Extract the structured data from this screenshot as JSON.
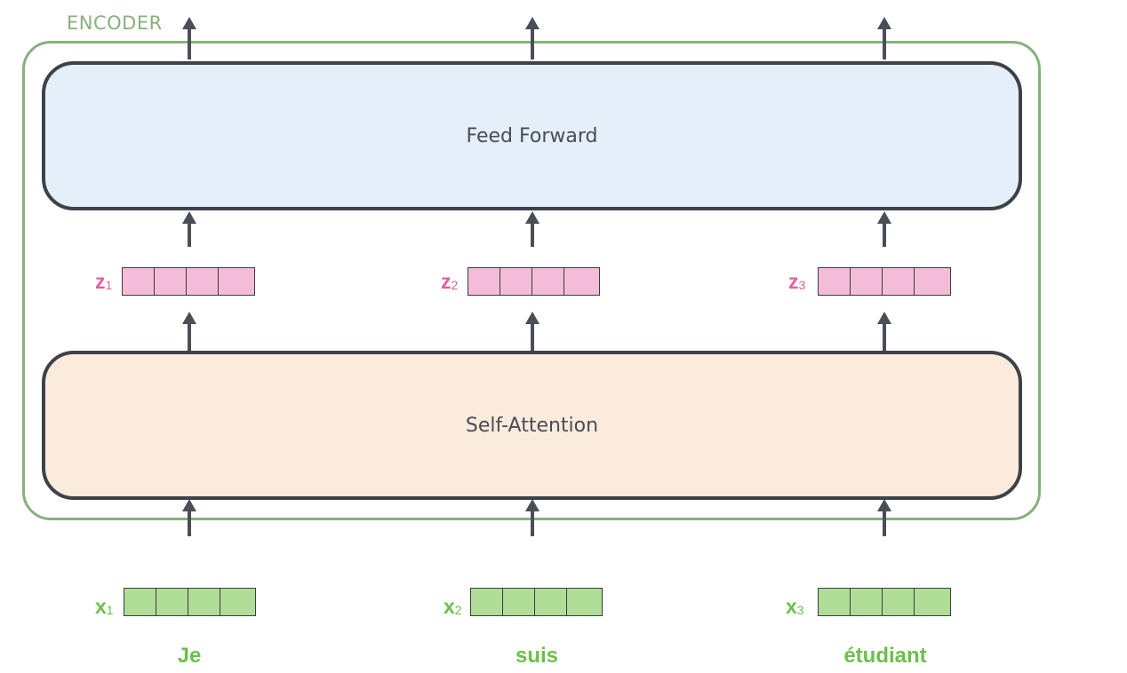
{
  "encoder": {
    "label": "ENCODER"
  },
  "layers": {
    "feed_forward": "Feed Forward",
    "self_attention": "Self-Attention"
  },
  "outputs": [
    {
      "symbol": "z",
      "index": "1"
    },
    {
      "symbol": "z",
      "index": "2"
    },
    {
      "symbol": "z",
      "index": "3"
    }
  ],
  "inputs": [
    {
      "symbol": "x",
      "index": "1",
      "word": "Je"
    },
    {
      "symbol": "x",
      "index": "2",
      "word": "suis"
    },
    {
      "symbol": "x",
      "index": "3",
      "word": "étudiant"
    }
  ],
  "colors": {
    "encoder_border": "#88b07f",
    "feed_forward_fill": "#e4eff9",
    "self_attention_fill": "#fbebdc",
    "z_vector_fill": "#f4bcd9",
    "x_vector_fill": "#b0dd98",
    "z_label": "#e05fa1",
    "x_label": "#6cc04a",
    "arrow": "#4a4e57"
  }
}
